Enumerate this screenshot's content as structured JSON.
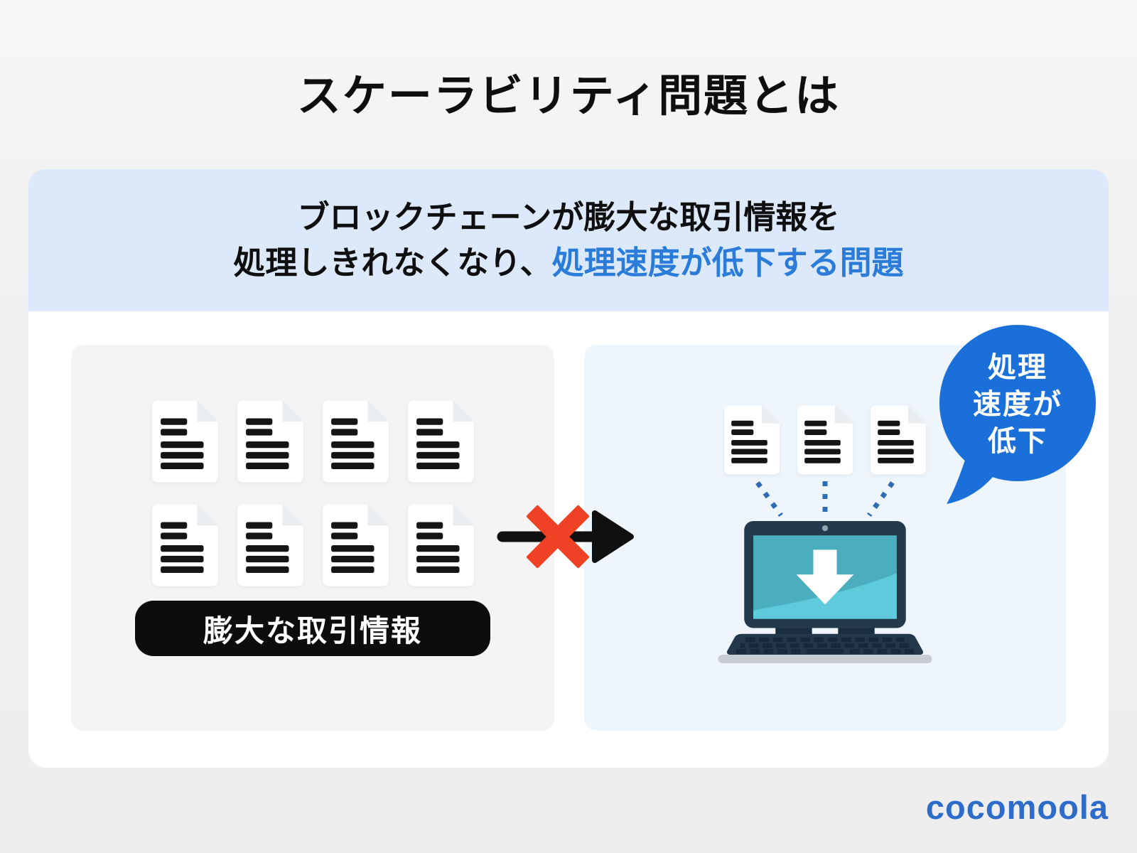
{
  "page": {
    "title": "スケーラビリティ問題とは"
  },
  "banner": {
    "line1": "ブロックチェーンが膨大な取引情報を",
    "line2_prefix": "処理しきれなくなり、",
    "line2_highlight": "処理速度が低下する問題"
  },
  "left_panel": {
    "doc_count": 8,
    "label": "膨大な取引情報"
  },
  "right_panel": {
    "doc_count": 3,
    "bubble": {
      "lines": [
        "処理",
        "速度が",
        "低下"
      ]
    }
  },
  "footer": {
    "logo_text": "cocomoola"
  },
  "colors": {
    "highlight_blue": "#2b7cd9",
    "banner_bg": "#dbe9fb",
    "panel_gray": "#f4f4f5",
    "panel_blue": "#eef6fc",
    "bubble_blue": "#1a70d8",
    "dot_blue": "#2e6cb5",
    "error_red": "#ee4126",
    "logo_blue": "#2d6cc9"
  }
}
